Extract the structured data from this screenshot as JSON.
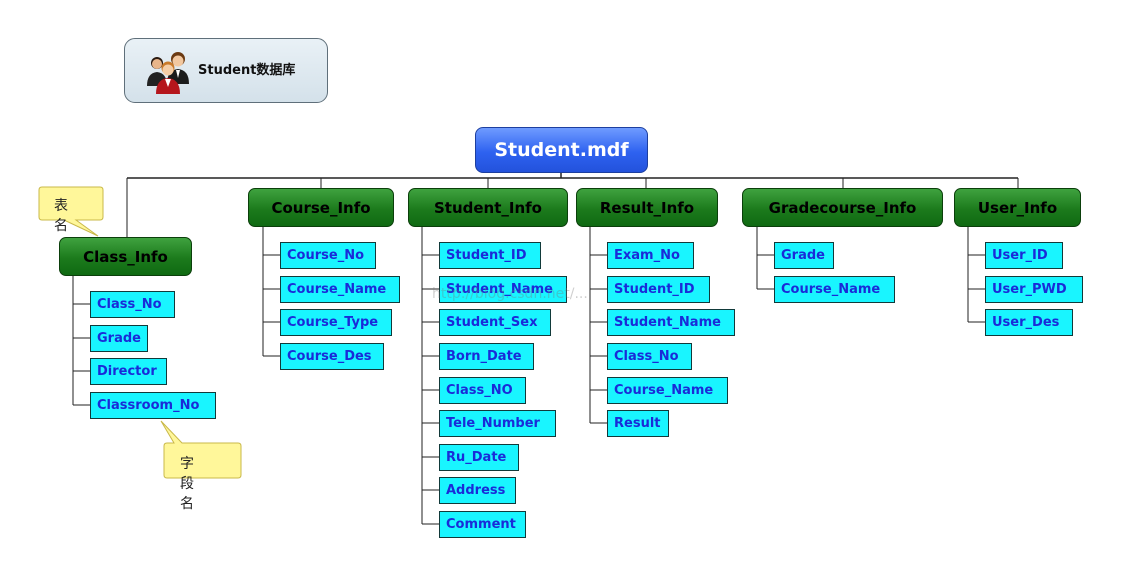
{
  "database": {
    "label": "Student数据库",
    "icon": "users-group-icon"
  },
  "root": {
    "label": "Student.mdf"
  },
  "callouts": {
    "table_name": "表名",
    "field_name": "字段名"
  },
  "watermark": "http://blog.csdn.net/...",
  "tables": [
    {
      "name": "Class_Info",
      "fields": [
        "Class_No",
        "Grade",
        "Director",
        "Classroom_No"
      ]
    },
    {
      "name": "Course_Info",
      "fields": [
        "Course_No",
        "Course_Name",
        "Course_Type",
        "Course_Des"
      ]
    },
    {
      "name": "Student_Info",
      "fields": [
        "Student_ID",
        "Student_Name",
        "Student_Sex",
        "Born_Date",
        "Class_NO",
        "Tele_Number",
        "Ru_Date",
        "Address",
        "Comment"
      ]
    },
    {
      "name": "Result_Info",
      "fields": [
        "Exam_No",
        "Student_ID",
        "Student_Name",
        "Class_No",
        "Course_Name",
        "Result"
      ]
    },
    {
      "name": "Gradecourse_Info",
      "fields": [
        "Grade",
        "Course_Name"
      ]
    },
    {
      "name": "User_Info",
      "fields": [
        "User_ID",
        "User_PWD",
        "User_Des"
      ]
    }
  ]
}
